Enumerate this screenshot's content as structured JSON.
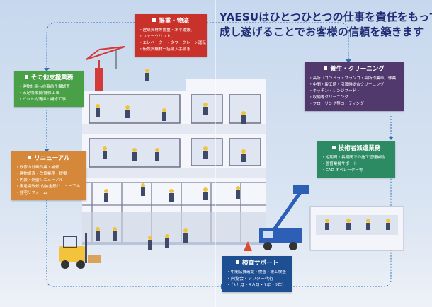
{
  "headline": {
    "line1": "YAESUはひとつひとつの仕事を責任をもって",
    "line2": "成し遂げることでお客様の信頼を築きます"
  },
  "services": {
    "transport": {
      "title": "揚重・物流",
      "items": [
        "建築資材等揚重・水平運搬、",
        "フォークリフト、",
        "エレベーター・タワークレーン運転",
        "仮設資機材一括納入手続き"
      ]
    },
    "support": {
      "title": "その他支援業務",
      "items": [
        "建物計画への事前予備調査",
        "床足場改良/補修工事",
        "ピット内清掃・補修工事"
      ]
    },
    "renewal": {
      "title": "リニューアル",
      "items": [
        "改修の計画作業・補修",
        "建物調査・改修業務・提案",
        "内装・外壁リニューアル",
        "床足場改修/内装全般リニューアル",
        "住宅リフォーム"
      ]
    },
    "curing": {
      "title": "養生・クリーニング",
      "items": [
        "高所（ゴンドラ・ブランコ・高所作業車）作業",
        "中間・竣工時・引渡時総合クリーニング",
        "キッチン・レンジフード・",
        "収納等クリーニング",
        "フローリング等コーティング"
      ]
    },
    "dispatch": {
      "title": "技術者派遣業務",
      "items": [
        "短期間・長期間での施工管理補助",
        "監督業補サポート",
        "CAD オペレーター等"
      ]
    },
    "inspection": {
      "title": "検査サポート",
      "items": [
        "中間品質確認・検査・竣工検査",
        "内覧会・アフター代行",
        "（3カ月・6カ月・1年・2年）"
      ]
    }
  },
  "colors": {
    "transport": "#c8322b",
    "support": "#4aa047",
    "renewal": "#d6883a",
    "curing": "#51396e",
    "dispatch": "#2c8b63",
    "inspection": "#1e4f93",
    "connector": "#2f6fb3"
  },
  "icons": [
    "crane-icon",
    "forklift-icon",
    "aerial-lift-truck-icon",
    "worker-icon",
    "cone-icon"
  ]
}
